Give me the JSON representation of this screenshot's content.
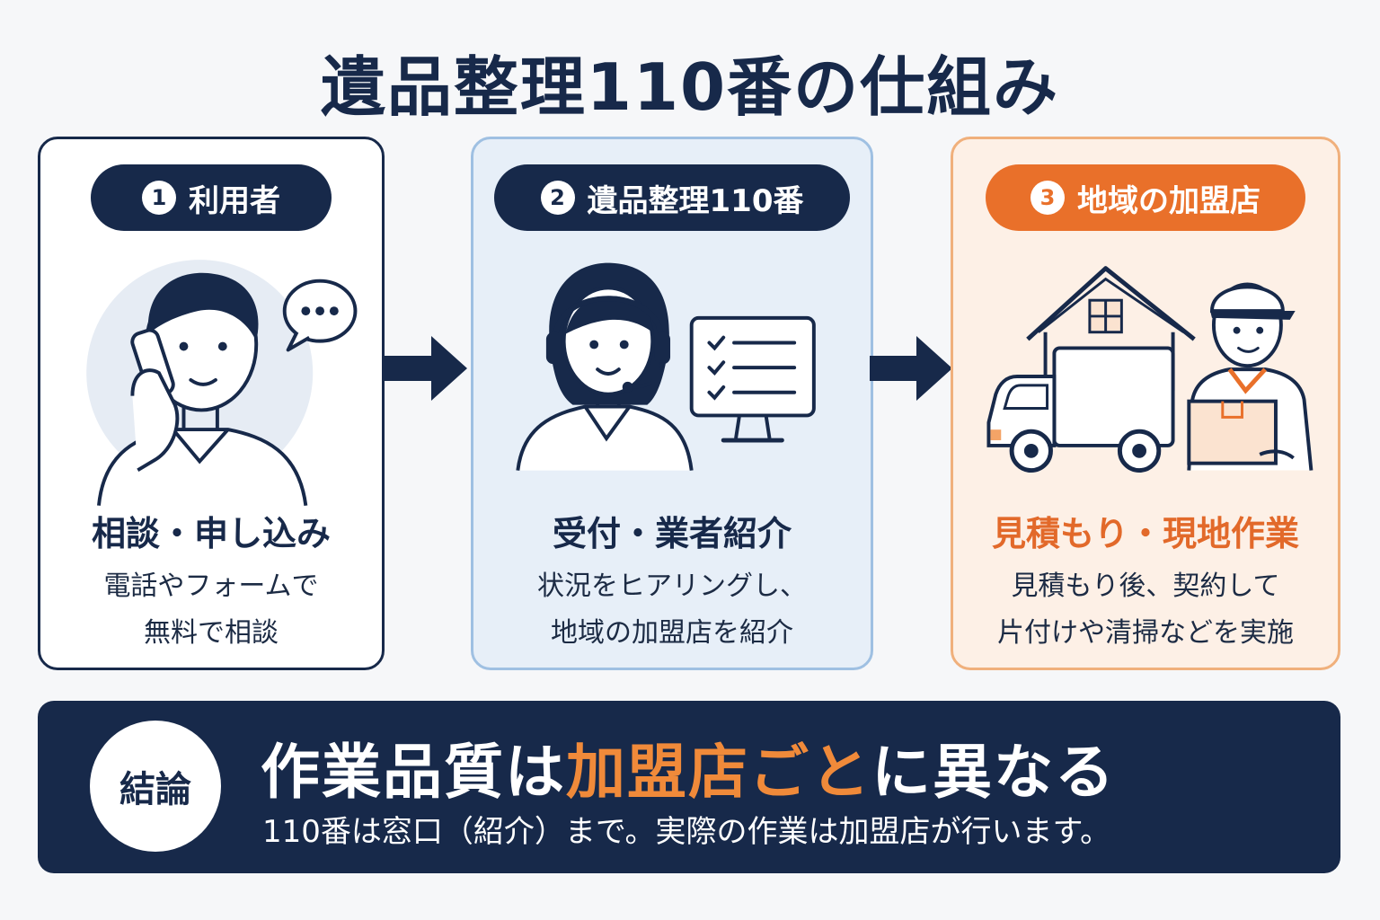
{
  "title": "遺品整理110番の仕組み",
  "steps": [
    {
      "number": "1",
      "label": "利用者",
      "heading": "相談・申し込み",
      "body_lines": [
        "電話やフォームで",
        "無料で相談"
      ]
    },
    {
      "number": "2",
      "label": "遺品整理110番",
      "heading": "受付・業者紹介",
      "body_lines": [
        "状況をヒアリングし、",
        "地域の加盟店を紹介"
      ]
    },
    {
      "number": "3",
      "label": "地域の加盟店",
      "heading": "見積もり・現地作業",
      "body_lines": [
        "見積もり後、契約して",
        "片付けや清掃などを実施"
      ]
    }
  ],
  "conclusion": {
    "badge": "結論",
    "main_part1": "作業品質は",
    "main_accent": "加盟店ごと",
    "main_part2": "に異なる",
    "sub": "110番は窓口（紹介）まで。実際の作業は加盟店が行います。"
  },
  "colors": {
    "navy": "#17294a",
    "orange": "#e9702a",
    "light_blue": "#e7eff8",
    "light_orange": "#fdf0e6"
  },
  "icons": [
    "person-on-phone-icon",
    "speech-bubble-icon",
    "operator-headset-icon",
    "checklist-monitor-icon",
    "house-icon",
    "truck-icon",
    "delivery-worker-icon",
    "arrow-right-icon"
  ]
}
